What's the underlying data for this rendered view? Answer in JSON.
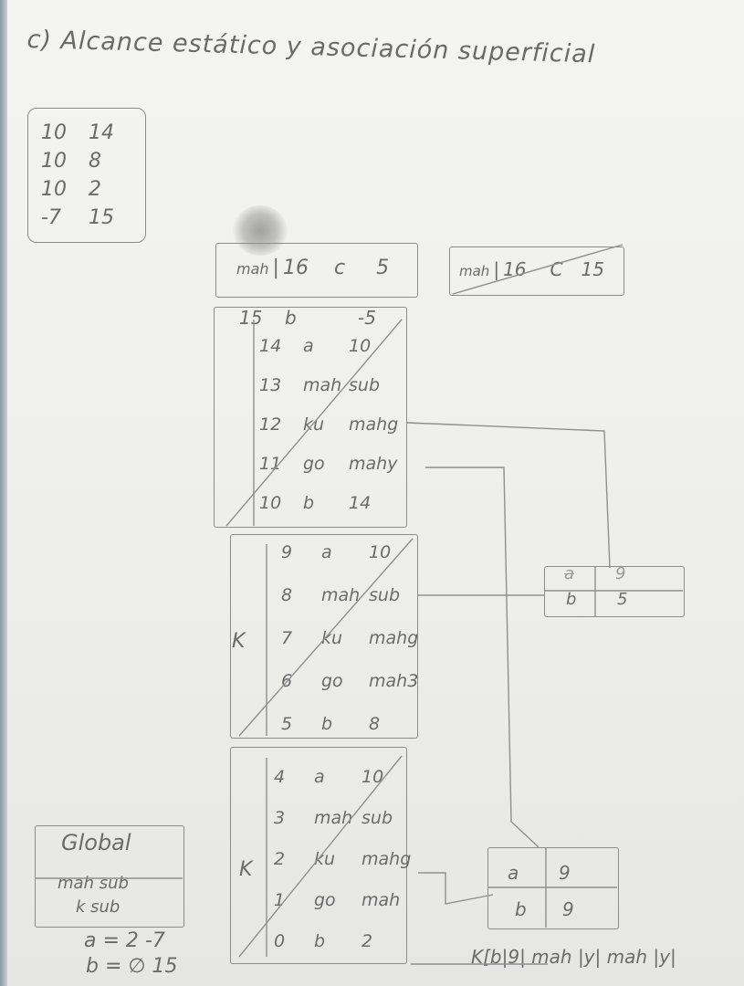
{
  "title": "c) Alcance estático y asociación superficial",
  "top_table": [
    [
      "10",
      "14"
    ],
    [
      "10",
      "8"
    ],
    [
      "10",
      "2"
    ],
    [
      "-7",
      "15"
    ]
  ],
  "frame_a_header": [
    "mah",
    "16",
    "c",
    "5"
  ],
  "frame_b_header": [
    "mah",
    "16",
    "C",
    "15"
  ],
  "stack1_top": [
    "15",
    "b",
    "-5"
  ],
  "stack1_rows": [
    [
      "14",
      "a",
      "10"
    ],
    [
      "13",
      "mah",
      "sub"
    ],
    [
      "12",
      "ku",
      "mahg"
    ],
    [
      "11",
      "go",
      "mahy"
    ],
    [
      "10",
      "b",
      "14"
    ]
  ],
  "stack2_label": "K",
  "stack2_rows": [
    [
      "9",
      "a",
      "10"
    ],
    [
      "8",
      "mah",
      "sub"
    ],
    [
      "7",
      "ku",
      "mahg"
    ],
    [
      "6",
      "go",
      "mah3"
    ],
    [
      "5",
      "b",
      "8"
    ]
  ],
  "stack3_label": "K",
  "stack3_rows": [
    [
      "4",
      "a",
      "10"
    ],
    [
      "3",
      "mah",
      "sub"
    ],
    [
      "2",
      "ku",
      "mahg"
    ],
    [
      "1",
      "go",
      "mah"
    ],
    [
      "0",
      "b",
      "2"
    ]
  ],
  "global": {
    "title": "Global",
    "rows": [
      "mah sub",
      "k sub"
    ],
    "a_line": "a = 2 -7",
    "b_line": "b = ∅ 15"
  },
  "side_box1": [
    [
      "a",
      "9"
    ],
    [
      "b",
      "5"
    ]
  ],
  "side_box2": [
    [
      "a",
      "9"
    ],
    [
      "b",
      "9"
    ]
  ],
  "bottom_note": "K[b|9| mah |y| mah |y|"
}
